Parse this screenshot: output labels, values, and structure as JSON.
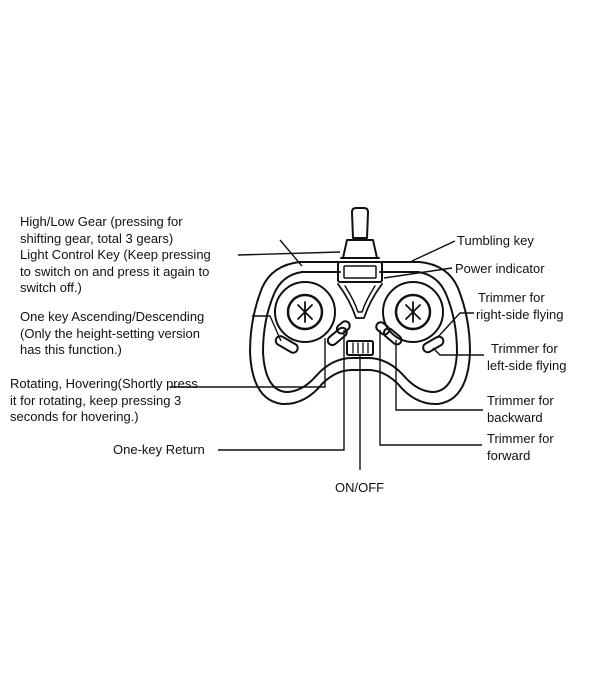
{
  "labels": {
    "high_low_gear": [
      "High/Low Gear (pressing for",
      "shifting gear, total 3 gears)"
    ],
    "light_control": [
      "Light Control Key (Keep pressing",
      "to switch on and press it again to",
      "switch off.)"
    ],
    "one_key_ascending": [
      "One key Ascending/Descending",
      "(Only the height-setting version",
      "has this function.)"
    ],
    "rotating_hovering": [
      "Rotating, Hovering(Shortly press",
      "it for rotating, keep pressing 3",
      "seconds for hovering.)"
    ],
    "one_key_return": [
      "One-key Return"
    ],
    "on_off": [
      "ON/OFF"
    ],
    "tumbling_key": [
      "Tumbling key"
    ],
    "power_indicator": [
      "Power indicator"
    ],
    "trimmer_right": [
      "Trimmer for",
      "right-side flying"
    ],
    "trimmer_left": [
      "Trimmer for",
      "left-side flying"
    ],
    "trimmer_backward": [
      "Trimmer for",
      "backward"
    ],
    "trimmer_forward": [
      "Trimmer for",
      "forward"
    ]
  }
}
